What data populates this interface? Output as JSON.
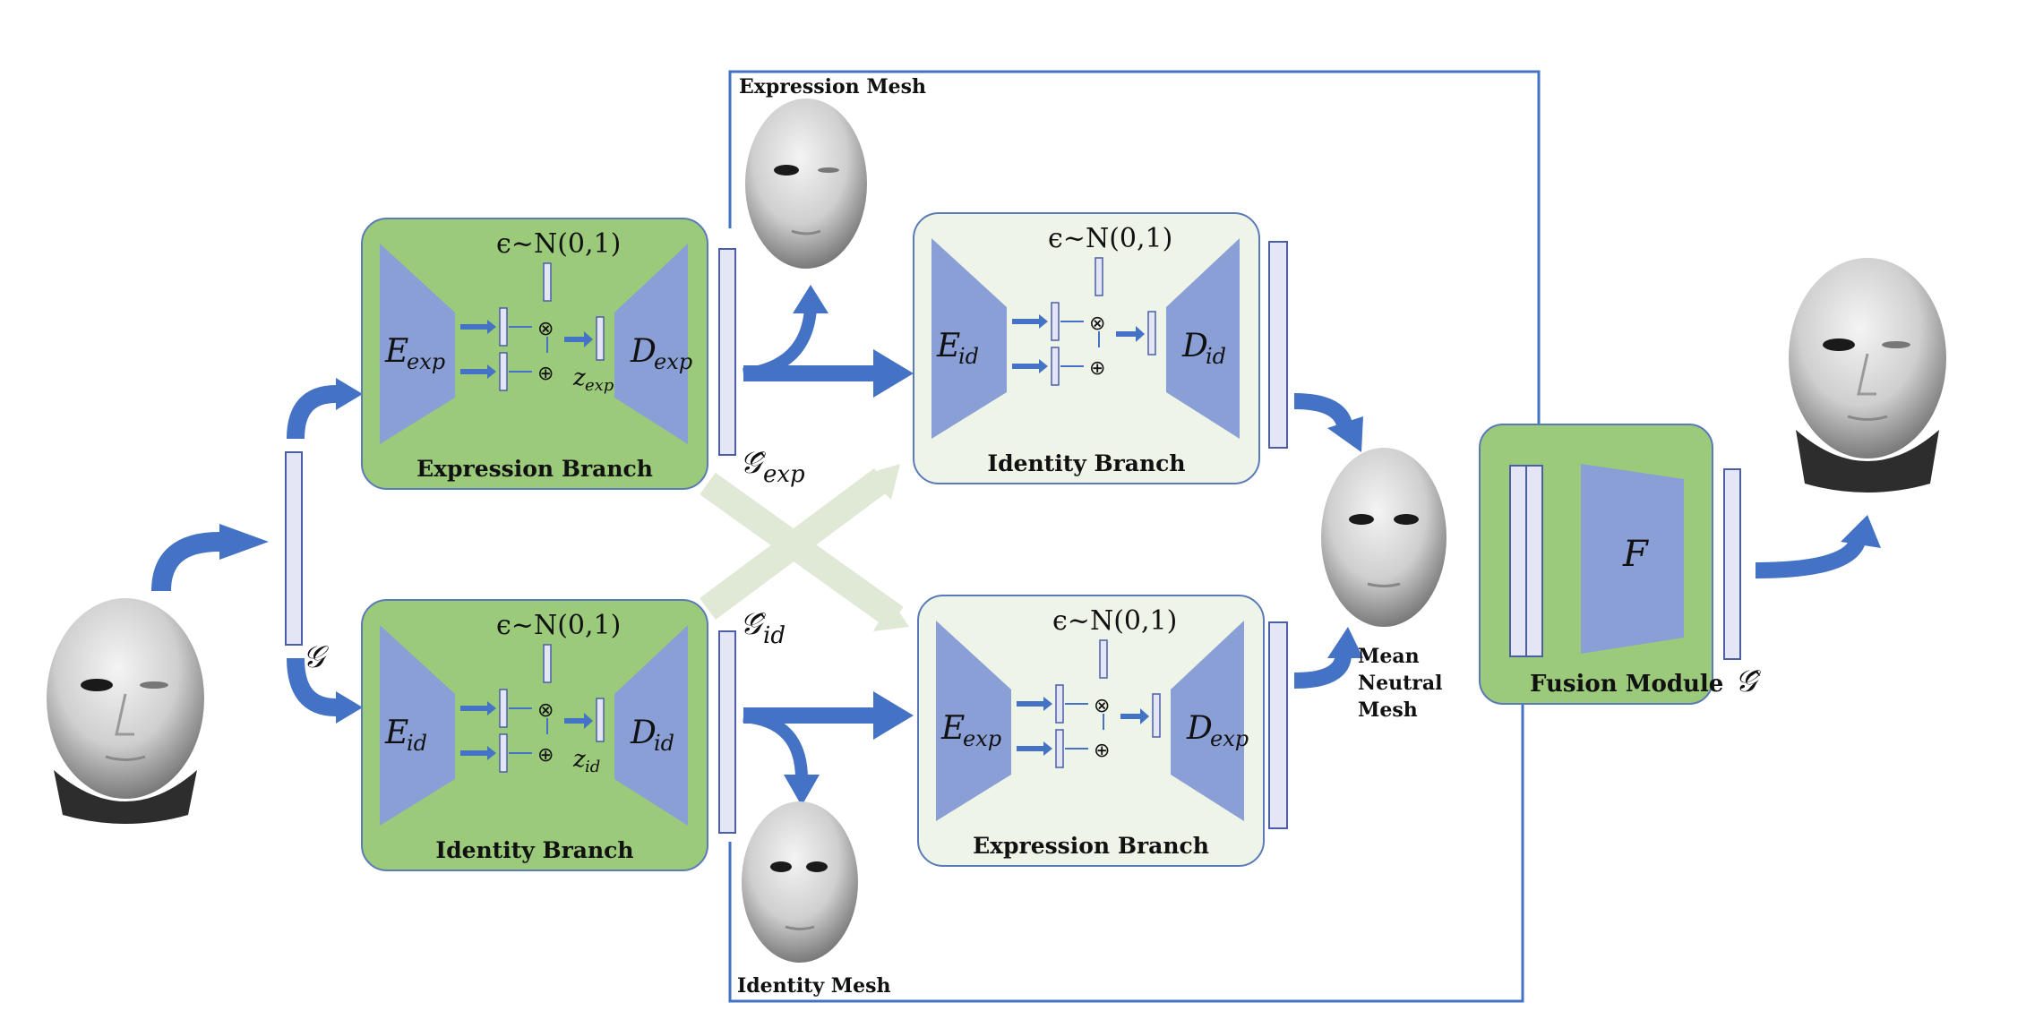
{
  "colors": {
    "green_dark": "#9cca7b",
    "green_light": "#eef5e8",
    "blue_shape": "#8a9fd6",
    "blue_arrow": "#4472c4",
    "bar_fill": "#e4e6f5",
    "bar_stroke": "#4a5fa8",
    "faint_arrow": "#dfe9d6"
  },
  "labels": {
    "expression_mesh": "Expression Mesh",
    "identity_mesh": "Identity Mesh",
    "mean_neutral_mesh": [
      "Mean",
      "Neutral",
      "Mesh"
    ],
    "fusion_module": "Fusion Module",
    "expression_branch": "Expression Branch",
    "identity_branch": "Identity Branch"
  },
  "math": {
    "epsilon": "ϵ~N(0,1)",
    "g": "𝒢",
    "g_hat": "𝒢̂",
    "g_hat_exp": "𝒢̂",
    "g_hat_id": "𝒢̂",
    "sub_exp": "exp",
    "sub_id": "id",
    "E": "E",
    "D": "D",
    "z": "z",
    "F": "F",
    "otimes": "⊗",
    "oplus": "⊕"
  },
  "blocks": [
    {
      "key": "exp_branch_1",
      "style": "dark",
      "enc_sub": "exp",
      "dec_sub": "exp",
      "z_sub": "exp",
      "label_key": "expression_branch"
    },
    {
      "key": "id_branch_1",
      "style": "dark",
      "enc_sub": "id",
      "dec_sub": "id",
      "z_sub": "id",
      "label_key": "identity_branch"
    },
    {
      "key": "id_branch_2",
      "style": "light",
      "enc_sub": "id",
      "dec_sub": "id",
      "z_sub": "",
      "label_key": "identity_branch"
    },
    {
      "key": "exp_branch_2",
      "style": "light",
      "enc_sub": "exp",
      "dec_sub": "exp",
      "z_sub": "",
      "label_key": "expression_branch"
    }
  ]
}
